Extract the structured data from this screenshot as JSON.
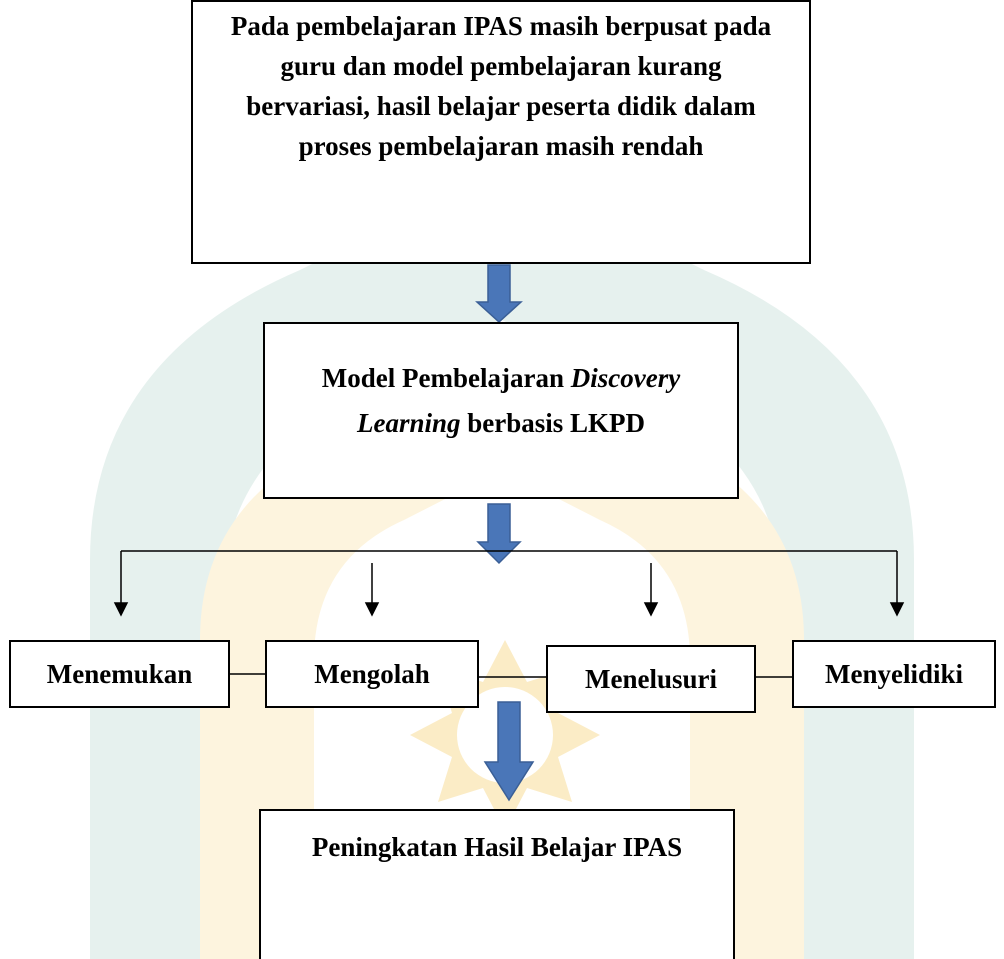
{
  "diagram": {
    "problem": {
      "text": "Pada pembelajaran IPAS masih berpusat pada guru dan model pembelajaran kurang bervariasi, hasil belajar peserta didik dalam proses pembelajaran masih rendah"
    },
    "model": {
      "part1": "Model Pembelajaran ",
      "part2_italic": "Discovery Learning",
      "part3": " berbasis LKPD"
    },
    "steps": [
      {
        "label": "Menemukan"
      },
      {
        "label": "Mengolah"
      },
      {
        "label": "Menelusuri"
      },
      {
        "label": "Menyelidiki"
      }
    ],
    "result": {
      "text": "Peningkatan Hasil Belajar IPAS"
    },
    "colors": {
      "block_arrow_fill": "#4a76b8",
      "block_arrow_stroke": "#3a5f96",
      "line": "#000000",
      "watermark_teal": "#e2efec",
      "watermark_gold": "#fbf1d8"
    },
    "icons": {
      "watermark": "arch-logo-watermark"
    }
  }
}
